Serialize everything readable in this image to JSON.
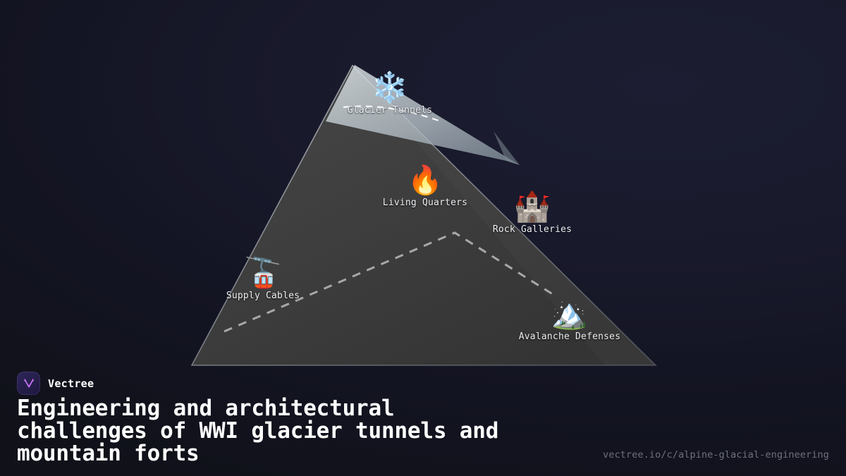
{
  "background": {
    "color_top": "#1c1d32",
    "color_bottom": "#101119"
  },
  "diagram": {
    "kind": "mountain-cross-section",
    "mountain": {
      "name": "mountain-body",
      "fill": "#3d3d3d",
      "stroke": "#9aa0a6"
    },
    "glacier_cap": {
      "name": "glacier-cap",
      "fill": "#b9c3c9"
    },
    "tunnel_path": {
      "name": "glacier-tunnel-dashed-path",
      "color": "#ffffff",
      "style": "dashed"
    },
    "gallery_path": {
      "name": "rock-gallery-dashed-path",
      "color": "#a8a8a8",
      "style": "dashed"
    },
    "nodes": [
      {
        "id": "glacier",
        "icon": "snowflake-icon",
        "glyph": "❄️",
        "label": "Glacier Tunnels"
      },
      {
        "id": "living",
        "icon": "fire-icon",
        "glyph": "🔥",
        "label": "Living Quarters"
      },
      {
        "id": "rock",
        "icon": "castle-icon",
        "glyph": "🏰",
        "label": "Rock Galleries"
      },
      {
        "id": "supply",
        "icon": "aerial-tramway-icon",
        "glyph": "🚡",
        "label": "Supply Cables"
      },
      {
        "id": "avalanche",
        "icon": "snow-capped-mountain-icon",
        "glyph": "🏔️",
        "label": "Avalanche Defenses"
      }
    ]
  },
  "footer": {
    "brand_name": "Vectree",
    "brand_icon": "vectree-logo-icon",
    "brand_accent": "#c06bf0",
    "headline": "Engineering and architectural\nchallenges of WWI glacier tunnels and\nmountain forts",
    "source_url": "vectree.io/c/alpine-glacial-engineering"
  }
}
